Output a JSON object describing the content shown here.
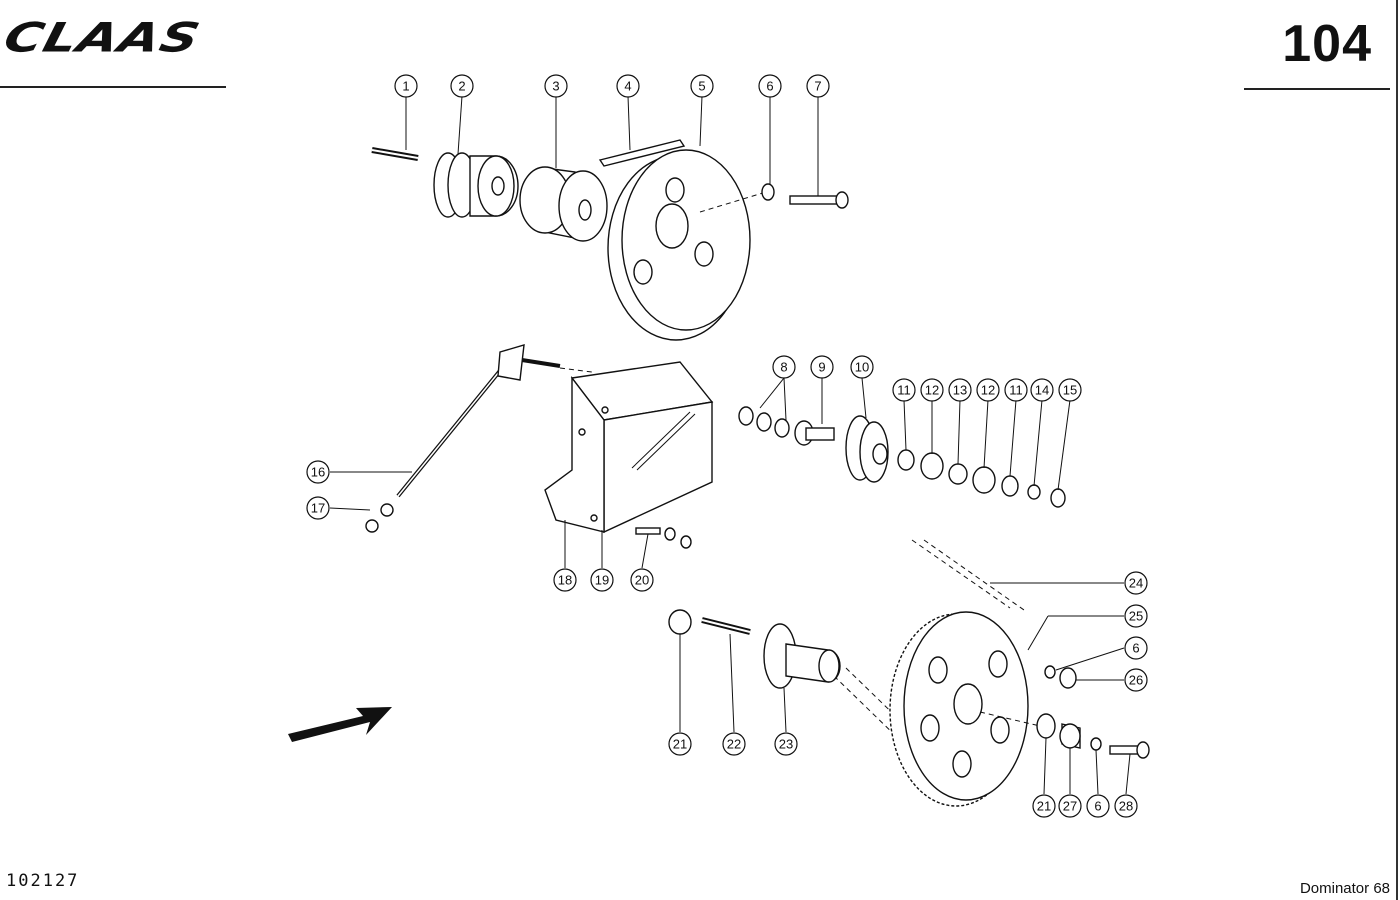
{
  "header": {
    "logo_text": "CLAAS",
    "page_number": "104"
  },
  "footer": {
    "drawing_number": "102127",
    "model": "Dominator 68"
  },
  "callouts": [
    "1",
    "2",
    "3",
    "4",
    "5",
    "6",
    "7",
    "8",
    "9",
    "10",
    "11",
    "12",
    "13",
    "12",
    "11",
    "14",
    "15",
    "16",
    "17",
    "18",
    "19",
    "20",
    "24",
    "25",
    "6",
    "26",
    "21",
    "22",
    "23",
    "21",
    "27",
    "6",
    "28"
  ]
}
